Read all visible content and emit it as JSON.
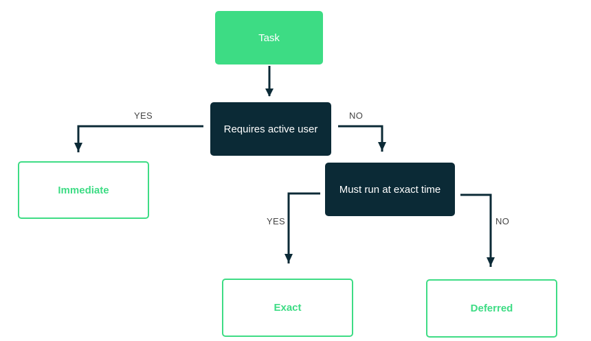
{
  "colors": {
    "accent_green": "#3ddc84",
    "decision_fill": "#0b2a36",
    "connector": "#0b2a36",
    "edge_label_text": "#444444",
    "background": "#ffffff"
  },
  "nodes": {
    "task": "Task",
    "requires_active_user": "Requires active user",
    "must_run_exact_time": "Must run at exact time",
    "immediate": "Immediate",
    "exact": "Exact",
    "deferred": "Deferred"
  },
  "edges": {
    "active_user_yes": "YES",
    "active_user_no": "NO",
    "exact_time_yes": "YES",
    "exact_time_no": "NO"
  }
}
